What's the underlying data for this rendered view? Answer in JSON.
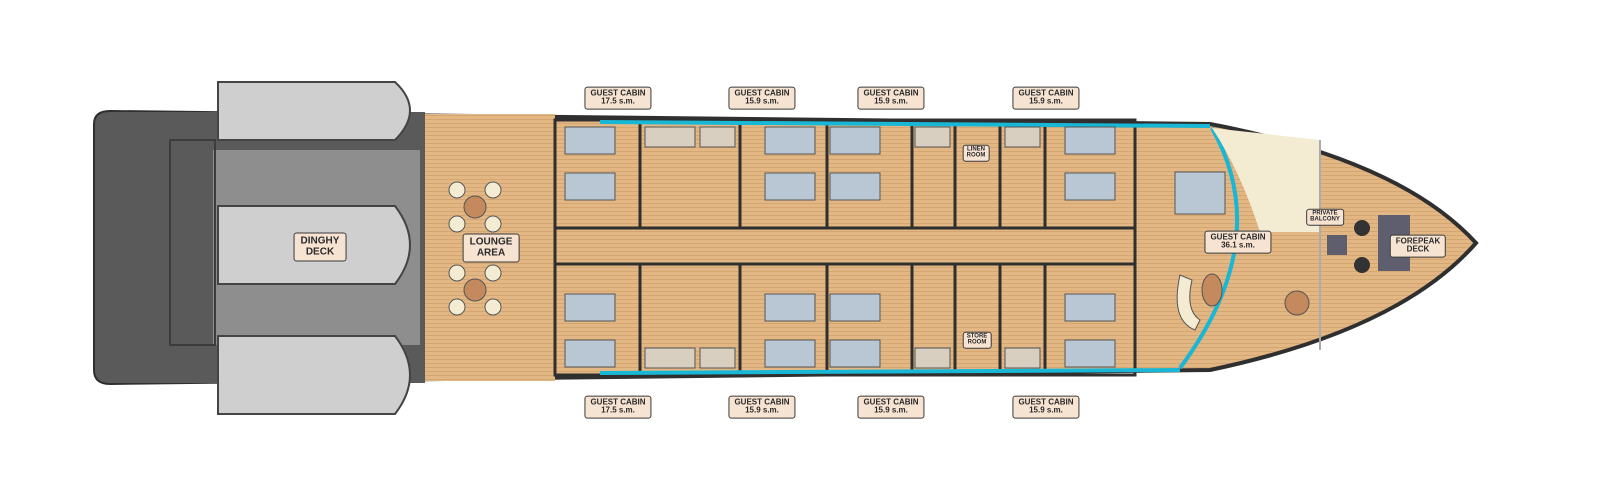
{
  "title": "Deck plan",
  "colors": {
    "deck": "#e2b784",
    "hull": "#2f2f2f",
    "glass": "#19b7d6",
    "bed": "#b9c6d3",
    "stern": "#5a5a5a",
    "dinghy_deck": "#8e8e8e",
    "balcony": "#f4ecd2"
  },
  "labels": {
    "top_cabins": [
      {
        "name": "GUEST CABIN",
        "area": "17.5 s.m."
      },
      {
        "name": "GUEST CABIN",
        "area": "15.9 s.m."
      },
      {
        "name": "GUEST CABIN",
        "area": "15.9 s.m."
      },
      {
        "name": "GUEST CABIN",
        "area": "15.9 s.m."
      }
    ],
    "bottom_cabins": [
      {
        "name": "GUEST CABIN",
        "area": "17.5 s.m."
      },
      {
        "name": "GUEST CABIN",
        "area": "15.9 s.m."
      },
      {
        "name": "GUEST CABIN",
        "area": "15.9 s.m."
      },
      {
        "name": "GUEST CABIN",
        "area": "15.9 s.m."
      }
    ],
    "dinghy_deck": {
      "line1": "DINGHY",
      "line2": "DECK"
    },
    "lounge": {
      "line1": "LOUNGE",
      "line2": "AREA"
    },
    "linen_room": {
      "line1": "LINEN",
      "line2": "ROOM"
    },
    "store_room": {
      "line1": "STORE",
      "line2": "ROOM"
    },
    "master_cabin": {
      "name": "GUEST CABIN",
      "area": "36.1 s.m."
    },
    "balcony": {
      "line1": "PRIVATE",
      "line2": "BALCONY"
    },
    "forepeak": {
      "line1": "FOREPEAK",
      "line2": "DECK"
    }
  }
}
